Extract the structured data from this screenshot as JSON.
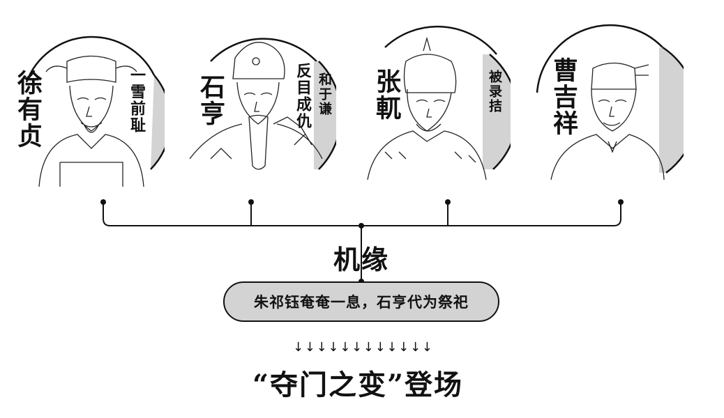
{
  "figures": [
    {
      "id": "xu-youzhen",
      "name": "徐有贞",
      "motto": "一雪前耻",
      "motto2": ""
    },
    {
      "id": "shi-heng",
      "name": "石亨",
      "motto": "反目成仇",
      "motto2": "和于谦"
    },
    {
      "id": "zhang-yue",
      "name": "张軏",
      "motto": "",
      "motto2": "被录拮"
    },
    {
      "id": "cao-jixiang",
      "name": "曹吉祥",
      "motto": "",
      "motto2": ""
    }
  ],
  "hub": {
    "label": "机缘"
  },
  "event": {
    "text": "朱祁钰奄奄一息，石亨代为祭祀"
  },
  "arrows": [
    "↓",
    "↓",
    "↓",
    "↓",
    "↓",
    "↓",
    "↓",
    "↓",
    "↓",
    "↓",
    "↓",
    "↓"
  ],
  "result": {
    "text": "“夺门之变”登场"
  },
  "colors": {
    "ink": "#111111",
    "gray_band": "#d3d3d3",
    "background": "#ffffff"
  }
}
